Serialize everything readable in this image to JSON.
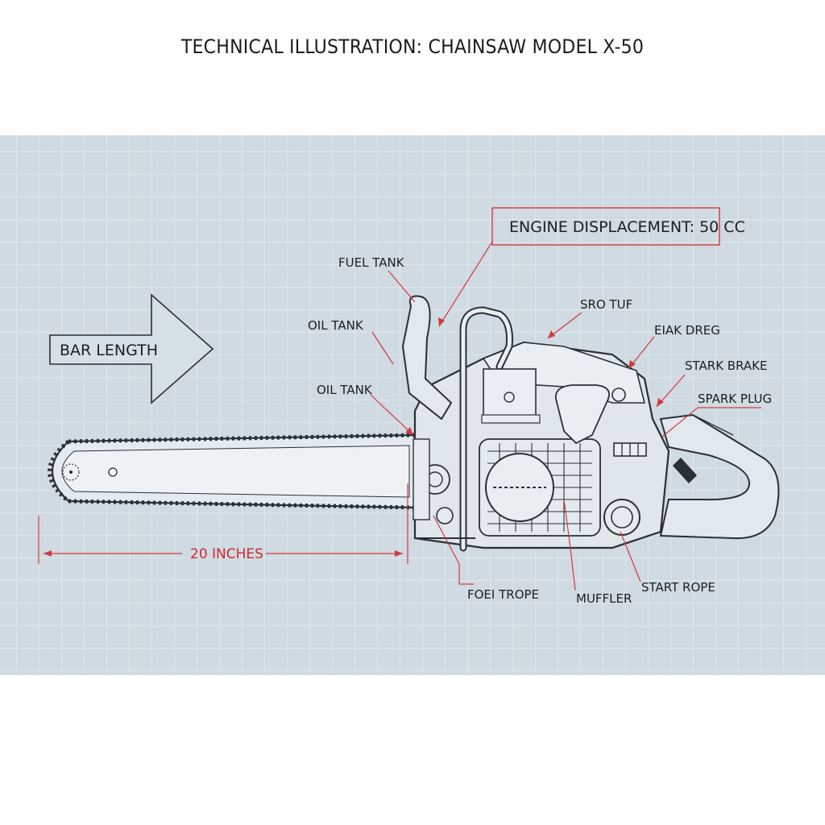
{
  "title": "TECHNICAL ILLUSTRATION: CHAINSAW MODEL X-50",
  "callouts": {
    "engine_displacement": "ENGINE DISPLACEMENT: 50 CC",
    "bar_length": "BAR LENGTH",
    "dimension": "20 INCHES",
    "fuel_tank": "FUEL TANK",
    "oil_tank_upper": "OIL TANK",
    "oil_tank_lower": "OIL TANK",
    "sro_tuf": "SRO TUF",
    "eiak_dreg": "EIAK DREG",
    "stark_brake": "STARK BRAKE",
    "spark_plug": "SPARK PLUG",
    "foei_trope": "FOEI TROPE",
    "muffler": "MUFFLER",
    "start_rope": "START ROPE"
  },
  "colors": {
    "panel": "#cfdae2",
    "accent_red": "#cc2a2a",
    "ink": "#2a2f36"
  }
}
